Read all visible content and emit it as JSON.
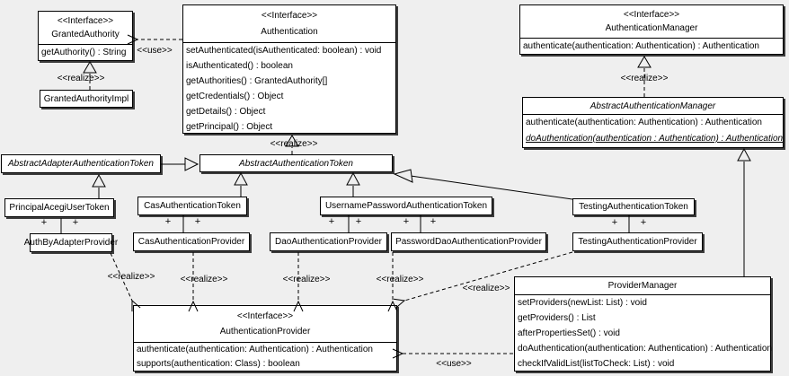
{
  "meta": {
    "background_color": "#efefef",
    "box_fill": "#ffffff",
    "line_color": "#000000",
    "shadow_color": "#3c3c3c"
  },
  "labels": {
    "use": "<<use>>",
    "realize": "<<realize>>",
    "plus": "+"
  },
  "classes": {
    "granted_authority": {
      "stereotype": "<<Interface>>",
      "name": "GrantedAuthority",
      "methods": [
        "getAuthority() : String"
      ]
    },
    "granted_authority_impl": {
      "name": "GrantedAuthorityImpl"
    },
    "authentication": {
      "stereotype": "<<Interface>>",
      "name": "Authentication",
      "methods": [
        "setAuthenticated(isAuthenticated: boolean) : void",
        "isAuthenticated() : boolean",
        "getAuthorities() : GrantedAuthority[]",
        "getCredentials() : Object",
        "getDetails() : Object",
        "getPrincipal() : Object"
      ]
    },
    "authentication_manager": {
      "stereotype": "<<Interface>>",
      "name": "AuthenticationManager",
      "methods": [
        "authenticate(authentication: Authentication) : Authentication"
      ]
    },
    "abstract_authentication_manager": {
      "name": "AbstractAuthenticationManager",
      "methods": [
        "authenticate(authentication: Authentication) : Authentication",
        "doAuthentication(authentication : Authentication) : Authentication"
      ]
    },
    "abstract_adapter_authentication_token": {
      "name": "AbstractAdapterAuthenticationToken"
    },
    "abstract_authentication_token": {
      "name": "AbstractAuthenticationToken"
    },
    "principal_acegi_user_token": {
      "name": "PrincipalAcegiUserToken"
    },
    "auth_by_adapter_provider": {
      "name": "AuthByAdapterProvider"
    },
    "cas_authentication_token": {
      "name": "CasAuthenticationToken"
    },
    "cas_authentication_provider": {
      "name": "CasAuthenticationProvider"
    },
    "username_password_authentication_token": {
      "name": "UsernamePasswordAuthenticationToken"
    },
    "dao_authentication_provider": {
      "name": "DaoAuthenticationProvider"
    },
    "password_dao_authentication_provider": {
      "name": "PasswordDaoAuthenticationProvider"
    },
    "testing_authentication_token": {
      "name": "TestingAuthenticationToken"
    },
    "testing_authentication_provider": {
      "name": "TestingAuthenticationProvider"
    },
    "authentication_provider": {
      "stereotype": "<<Interface>>",
      "name": "AuthenticationProvider",
      "methods": [
        "authenticate(authentication: Authentication) : Authentication",
        "supports(authentication: Class) : boolean"
      ]
    },
    "provider_manager": {
      "name": "ProviderManager",
      "methods": [
        "setProviders(newList: List) : void",
        "getProviders() : List",
        "afterPropertiesSet() : void",
        "doAuthentication(authentication: Authentication) : Authentication",
        "checkIfValidList(listToCheck: List) : void"
      ]
    }
  }
}
